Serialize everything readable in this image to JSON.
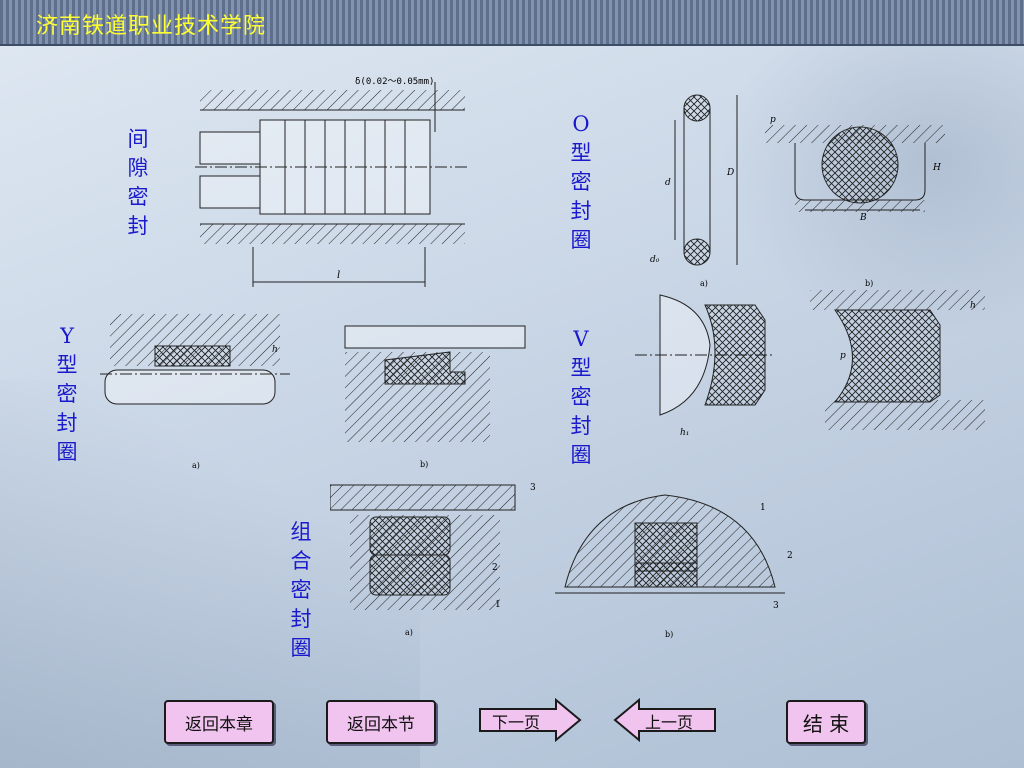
{
  "header": {
    "school_name": "济南铁道职业技术学院"
  },
  "labels": {
    "gap_seal": "间隙密封",
    "o_ring": "O型密封圈",
    "y_ring": "Y型密封圈",
    "v_ring": "V型密封圈",
    "combo_seal": "组合密封圈"
  },
  "figure_text": {
    "gap_delta": "δ(0.02～0.05mm)",
    "gap_l": "l",
    "o_d0": "d₀",
    "o_d": "d",
    "o_D": "D",
    "o_a": "a)",
    "o_b": "b)",
    "o_p": "p",
    "o_B": "B",
    "o_H": "H",
    "y_a": "a)",
    "y_b": "b)",
    "y_h": "h",
    "v_h1": "h₁",
    "v_p": "p",
    "v_h": "h",
    "c_a": "a)",
    "c_b": "b)",
    "c_1": "1",
    "c_2": "2",
    "c_3": "3"
  },
  "nav": {
    "back_chapter": "返回本章",
    "back_section": "返回本节",
    "next_page": "下一页",
    "prev_page": "上一页",
    "end": "结 束"
  },
  "colors": {
    "title": "#ffff33",
    "label": "#1a1acc",
    "button": "#f1c4ef"
  }
}
